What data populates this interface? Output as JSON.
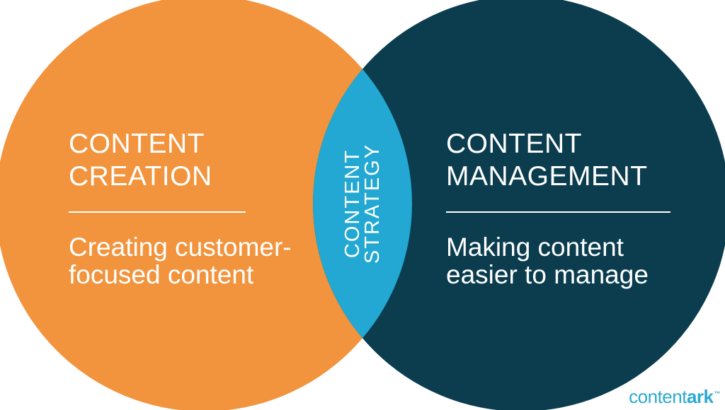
{
  "colors": {
    "background": "#FFFFFF",
    "left_circle": "#F2943E",
    "right_circle": "#0B3D4F",
    "overlap_lens": "#22A8D2",
    "text": "#FFFFFF",
    "logo": "#2BA9D1"
  },
  "diagram": {
    "left_circle": {
      "title_line1": "CONTENT",
      "title_line2": "CREATION",
      "desc_line1": "Creating customer-",
      "desc_line2": "focused content"
    },
    "right_circle": {
      "title_line1": "CONTENT",
      "title_line2": "MANAGEMENT",
      "desc_line1": "Making content",
      "desc_line2": "easier to manage"
    },
    "overlap": {
      "label_line1": "CONTENT",
      "label_line2": "STRATEGY"
    }
  },
  "logo": {
    "part1": "content",
    "part2": "ark",
    "trademark": "™"
  }
}
